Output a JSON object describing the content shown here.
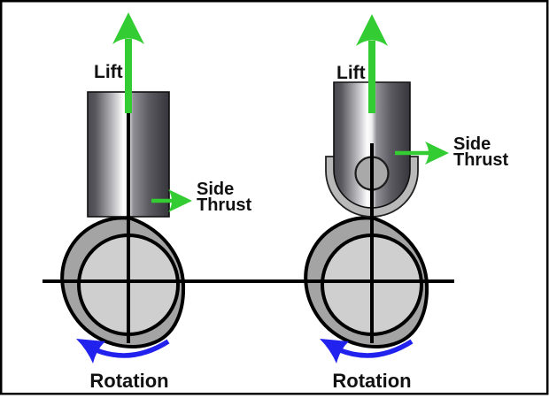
{
  "colors": {
    "green": "#33cc33",
    "blue": "#2222ee",
    "cam-fill": "#a4a4a4",
    "base-circle-fill": "#cfcfcf",
    "collar-fill": "#b9b9b9",
    "roller-fill": "#a9a9a9",
    "outline": "#000000",
    "text": "#111111",
    "background": "#ffffff"
  },
  "left_panel": {
    "labels": {
      "lift": "Lift",
      "side_thrust_line1": "Side",
      "side_thrust_line2": "Thrust",
      "rotation": "Rotation"
    }
  },
  "right_panel": {
    "labels": {
      "lift": "Lift",
      "side_thrust_line1": "Side",
      "side_thrust_line2": "Thrust",
      "rotation": "Rotation"
    }
  }
}
